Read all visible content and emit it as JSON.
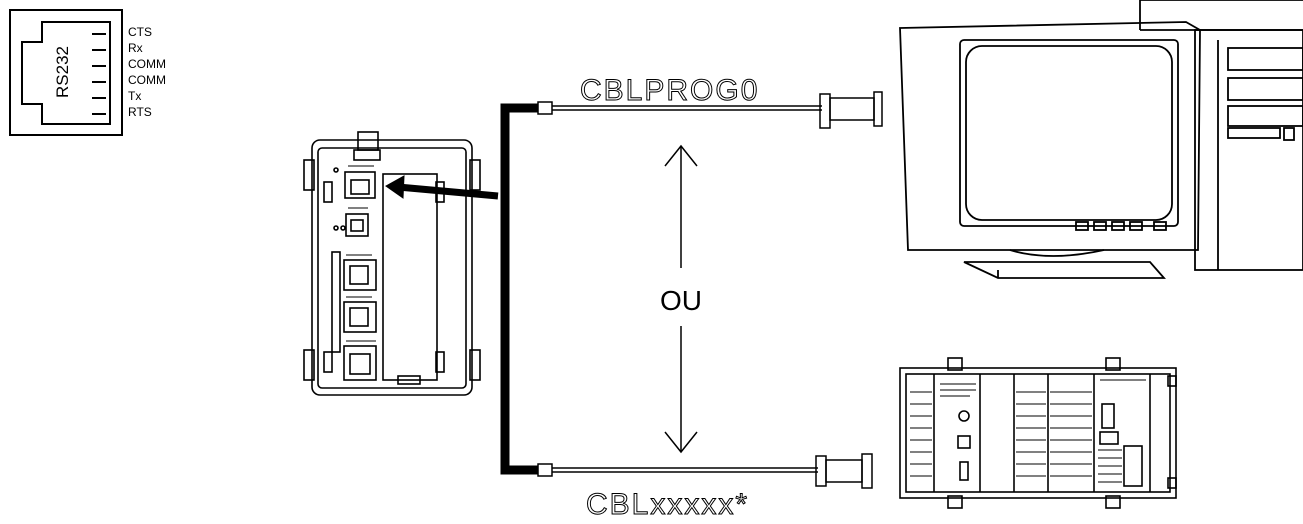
{
  "rs232_box": {
    "label": "RS232",
    "pins": [
      "CTS",
      "Rx",
      "COMM",
      "COMM",
      "Tx",
      "RTS"
    ]
  },
  "cable_top_label": "CBLPROG0",
  "cable_bottom_label": "CBLxxxxx*",
  "or_label": "OU",
  "colors": {
    "line": "#000000",
    "background": "#ffffff"
  }
}
